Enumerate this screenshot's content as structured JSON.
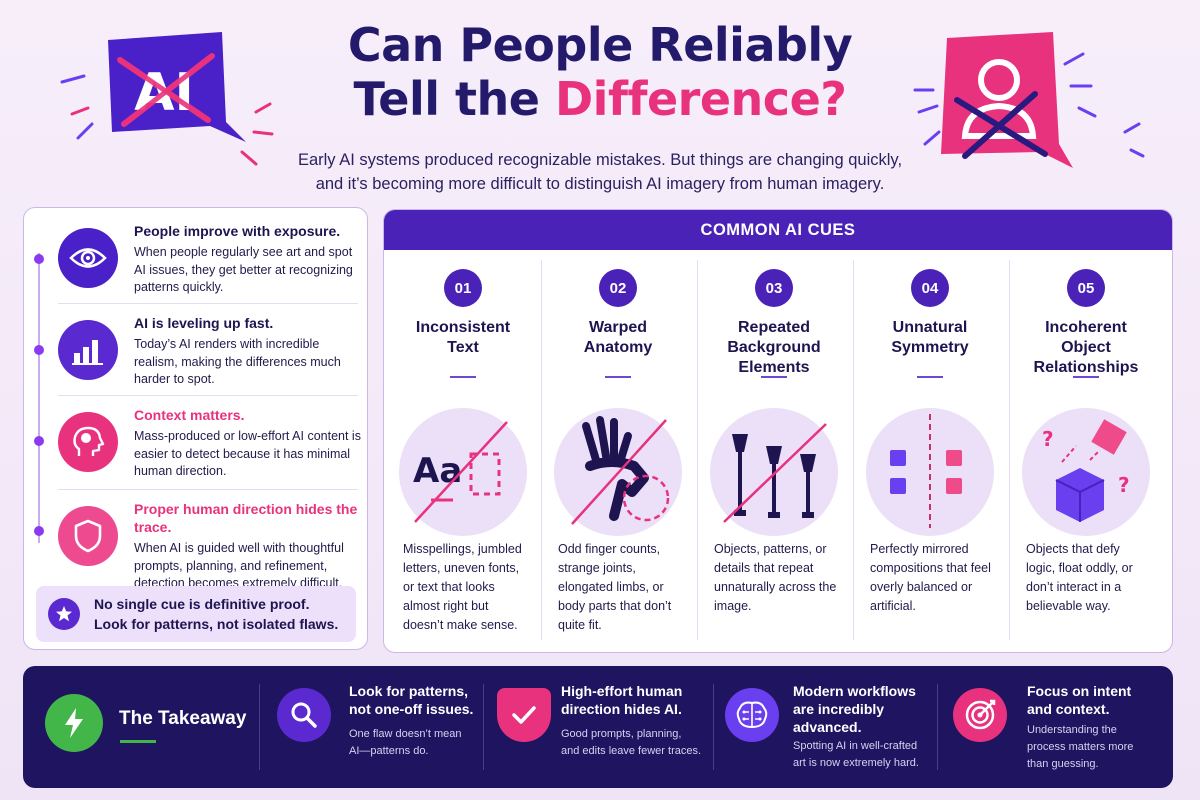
{
  "header": {
    "title_line1": "Can People Reliably",
    "title_line2_a": "Tell the ",
    "title_line2_b": "Difference?",
    "intro_line1": "Early AI systems produced recognizable mistakes. But things are changing quickly,",
    "intro_line2": "and it’s becoming more difficult to distinguish AI imagery from human imagery.",
    "badge_left": "AI"
  },
  "left_panel": {
    "items": [
      {
        "heading": "People improve with exposure.",
        "body": "When people regularly see art and spot AI issues, they get better at recognizing patterns quickly.",
        "icon": "eye-icon"
      },
      {
        "heading": "AI is leveling up fast.",
        "body": "Today’s AI renders with incredible realism, making the differences much harder to spot.",
        "icon": "bar-chart-icon"
      },
      {
        "heading": "Context matters.",
        "body": "Mass-produced or low-effort AI content is easier to detect because it has minimal human direction.",
        "icon": "brain-head-icon"
      },
      {
        "heading": "Proper human direction hides the trace.",
        "body": "When AI is guided well with thoughtful prompts, planning, and refinement, detection becomes extremely difficult.",
        "icon": "shield-icon"
      }
    ],
    "note_line1": "No single cue is definitive proof.",
    "note_line2": "Look for patterns, not isolated flaws."
  },
  "cues": {
    "header": "COMMON AI CUES",
    "items": [
      {
        "num": "01",
        "title": "Inconsistent Text",
        "art_label": "Aa",
        "desc": "Misspellings, jumbled letters, uneven fonts, or text that looks almost right but doesn’t make sense."
      },
      {
        "num": "02",
        "title": "Warped Anatomy",
        "desc": "Odd finger counts, strange joints, elongated limbs, or body parts that don’t quite fit."
      },
      {
        "num": "03",
        "title": "Repeated Background Elements",
        "desc": "Objects, patterns, or details that repeat unnaturally across the image."
      },
      {
        "num": "04",
        "title": "Unnatural Symmetry",
        "desc": "Perfectly mirrored compositions that feel overly balanced or artificial."
      },
      {
        "num": "05",
        "title": "Incoherent Object Relationships",
        "desc": "Objects that defy logic, float oddly, or don’t interact in a believable way."
      }
    ]
  },
  "takeaway": {
    "label": "The Takeaway",
    "items": [
      {
        "heading_1": "Look for patterns,",
        "heading_2": "not one-off issues.",
        "body_1": "One flaw doesn’t mean",
        "body_2": "AI—patterns do.",
        "icon": "magnifier-icon"
      },
      {
        "heading_1": "High-effort human",
        "heading_2": "direction hides AI.",
        "body_1": "Good prompts, planning,",
        "body_2": "and edits leave fewer traces.",
        "icon": "shield-check-icon"
      },
      {
        "heading_1": "Modern workflows",
        "heading_2": "are incredibly",
        "heading_3": "advanced.",
        "body_1": "Spotting AI in well-crafted",
        "body_2": "art is now extremely hard.",
        "icon": "brain-circuit-icon"
      },
      {
        "heading_1": "Focus on intent",
        "heading_2": "and context.",
        "body_1": "Understanding the",
        "body_2": "process matters more",
        "body_3": "than guessing.",
        "icon": "target-icon"
      }
    ]
  },
  "colors": {
    "navy": "#241a6b",
    "purple": "#4b22b8",
    "pink": "#e8327d",
    "green": "#43b649"
  }
}
